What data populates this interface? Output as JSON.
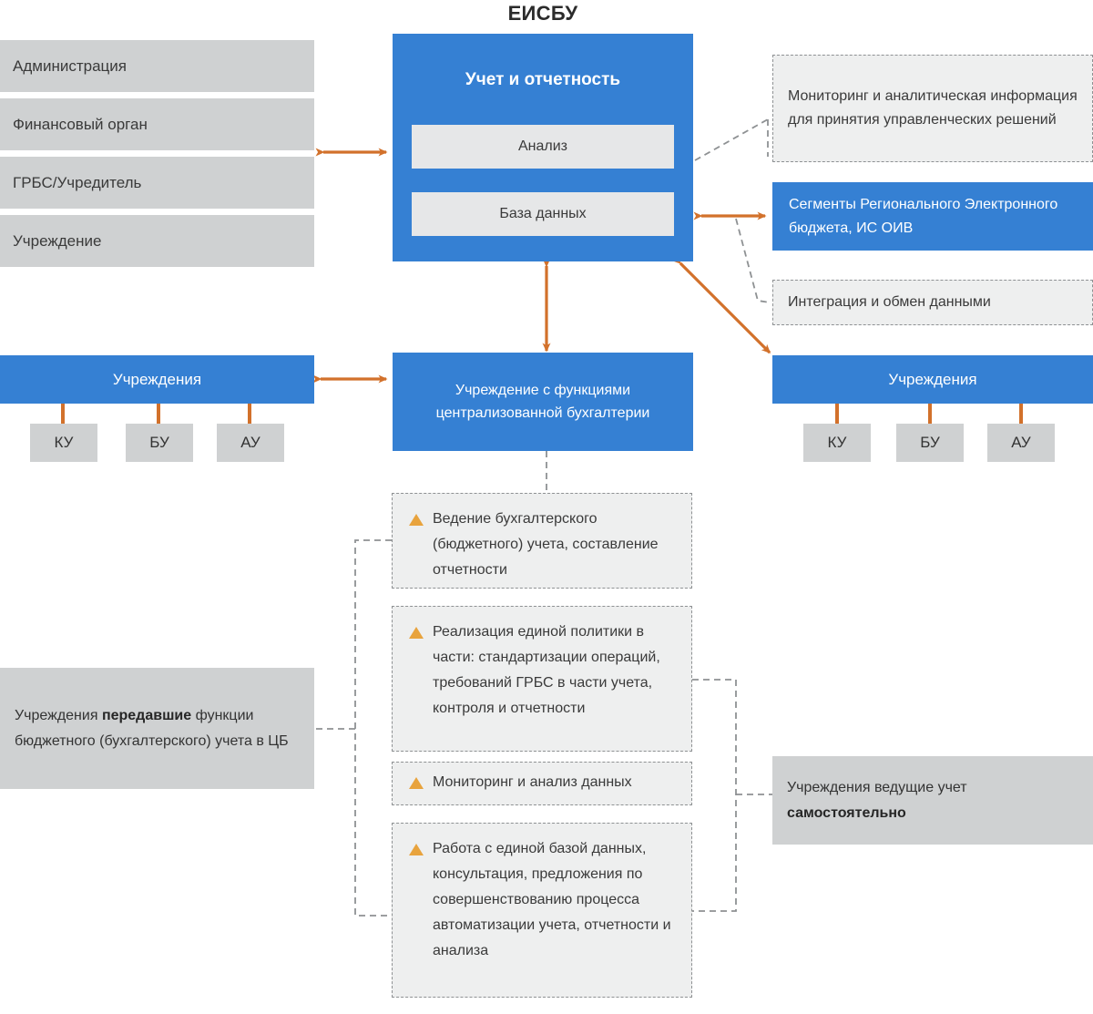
{
  "title": "ЕИСБУ",
  "stakeholders": [
    {
      "label": "Администрация"
    },
    {
      "label": "Финансовый орган"
    },
    {
      "label": "ГРБС/Учредитель"
    },
    {
      "label": "Учреждение"
    }
  ],
  "main_panel": {
    "header": "Учет и отчетность",
    "analysis": "Анализ",
    "database": "База данных"
  },
  "callouts": {
    "monitoring": "Мониторинг и аналитическая информация для принятия управленческих решений",
    "segments": "Сегменты Регионального Электронного бюджета, ИС ОИВ",
    "integration": "Интеграция и обмен данными"
  },
  "institutions_left": {
    "header": "Учреждения",
    "leaves": [
      "КУ",
      "БУ",
      "АУ"
    ]
  },
  "institutions_right": {
    "header": "Учреждения",
    "leaves": [
      "КУ",
      "БУ",
      "АУ"
    ]
  },
  "central_accounting": "Учреждение с функциями централизованной бухгалтерии",
  "functions": [
    {
      "text": "Ведение бухгалтерского (бюджетного)  учета, составление отчетности"
    },
    {
      "text": "Реализация единой политики в части: стандартизации операций, требований ГРБС в части учета, контроля и отчетности"
    },
    {
      "text": "Мониторинг и анализ данных"
    },
    {
      "text": "Работа с единой базой данных, консультация, предложения по совершенствованию процесса автоматизации учета, отчетности и анализа"
    }
  ],
  "notes": {
    "transferred": {
      "pre": "Учреждения ",
      "bold": "передавшие",
      "post": " функции бюджетного (бухгалтерского) учета в ЦБ"
    },
    "independent": {
      "pre": "Учреждения ведущие учет ",
      "bold": "самостоятельно",
      "post": ""
    }
  },
  "colors": {
    "blue": "#3580d3",
    "gray": "#cfd1d2",
    "light_gray": "#eeefef",
    "orange": "#d2712b",
    "bullet_orange": "#e8a33d",
    "dash": "#8e9193"
  }
}
